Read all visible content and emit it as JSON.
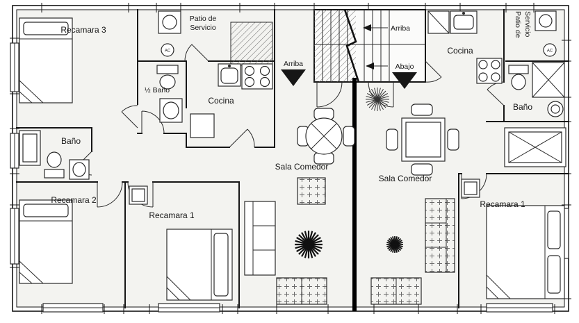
{
  "plan": {
    "left": {
      "recamara3": "Recamara 3",
      "patio_line1": "Patio de",
      "patio_line2": "Servicio",
      "medio_bano": "½ Baño",
      "cocina": "Cocina",
      "bano": "Baño",
      "recamara2": "Recamara 2",
      "recamara1": "Recamara 1",
      "sala": "Sala Comedor",
      "entry_arriba": "Arriba"
    },
    "right": {
      "cocina": "Cocina",
      "patio_line1": "Patio de",
      "patio_line2": "Servicio",
      "bano": "Baño",
      "sala": "Sala Comedor",
      "recamara1": "Recamara 1"
    },
    "stairwell": {
      "arriba": "Arriba",
      "abajo": "Abajo"
    },
    "labels": {
      "ac": "AC"
    }
  }
}
